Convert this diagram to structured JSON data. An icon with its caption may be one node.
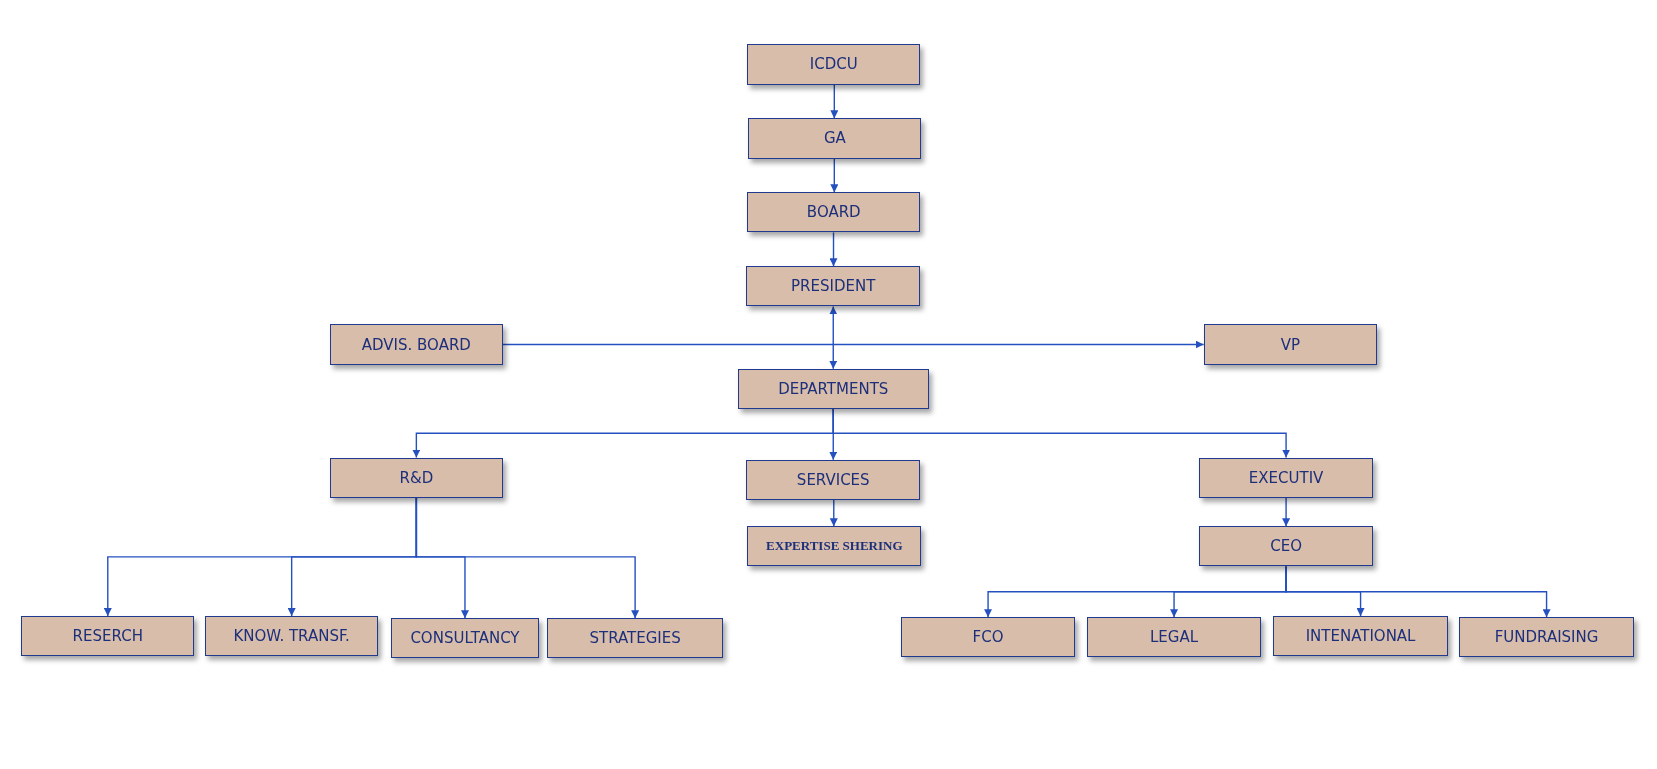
{
  "diagram": {
    "nodes": [
      {
        "text": [
          "ICDCU"
        ]
      },
      {
        "text": [
          "GA"
        ]
      },
      {
        "text": [
          "BOARD"
        ]
      },
      {
        "text": [
          "PRESIDENT"
        ]
      },
      {
        "text": [
          "ADVIS. BOARD"
        ]
      },
      {
        "text": [
          "VP"
        ]
      },
      {
        "text": [
          "DEPARTMENTS"
        ]
      },
      {
        "text": [
          "R&D"
        ]
      },
      {
        "text": [
          "SERVICES"
        ]
      },
      {
        "text": [
          "EXECUTIV"
        ]
      },
      {
        "text": [
          "EXPERTISE SHERING"
        ]
      },
      {
        "text": [
          "CEO"
        ]
      },
      {
        "text": [
          "RESERCH"
        ]
      },
      {
        "text": [
          "KNOW. TRANSF."
        ]
      },
      {
        "text": [
          "CONSULTANCY"
        ]
      },
      {
        "text": [
          "STRATEGIES"
        ]
      },
      {
        "text": [
          "FCO"
        ]
      },
      {
        "text": [
          "LEGAL"
        ]
      },
      {
        "text": [
          "INTENATIONAL"
        ]
      },
      {
        "text": [
          "FUNDRAISING"
        ]
      }
    ],
    "edges": [
      {
        "from": 0,
        "to": 1,
        "arrow": "to"
      },
      {
        "from": 1,
        "to": 2,
        "arrow": "to"
      },
      {
        "from": 2,
        "to": 3,
        "arrow": "to"
      },
      {
        "from": 3,
        "to": 6,
        "arrow": "both"
      },
      {
        "from": 4,
        "to": 5,
        "arrow": "to"
      },
      {
        "from": 6,
        "to": 7,
        "arrow": "to"
      },
      {
        "from": 6,
        "to": 8,
        "arrow": "to"
      },
      {
        "from": 6,
        "to": 9,
        "arrow": "to"
      },
      {
        "from": 8,
        "to": 10,
        "arrow": "to"
      },
      {
        "from": 9,
        "to": 11,
        "arrow": "to"
      },
      {
        "from": 7,
        "to": 12,
        "arrow": "to"
      },
      {
        "from": 7,
        "to": 13,
        "arrow": "to"
      },
      {
        "from": 7,
        "to": 14,
        "arrow": "to"
      },
      {
        "from": 7,
        "to": 15,
        "arrow": "to"
      },
      {
        "from": 11,
        "to": 16,
        "arrow": "to"
      },
      {
        "from": 11,
        "to": 17,
        "arrow": "to"
      },
      {
        "from": 11,
        "to": 18,
        "arrow": "to"
      },
      {
        "from": 11,
        "to": 19,
        "arrow": "to"
      }
    ]
  }
}
